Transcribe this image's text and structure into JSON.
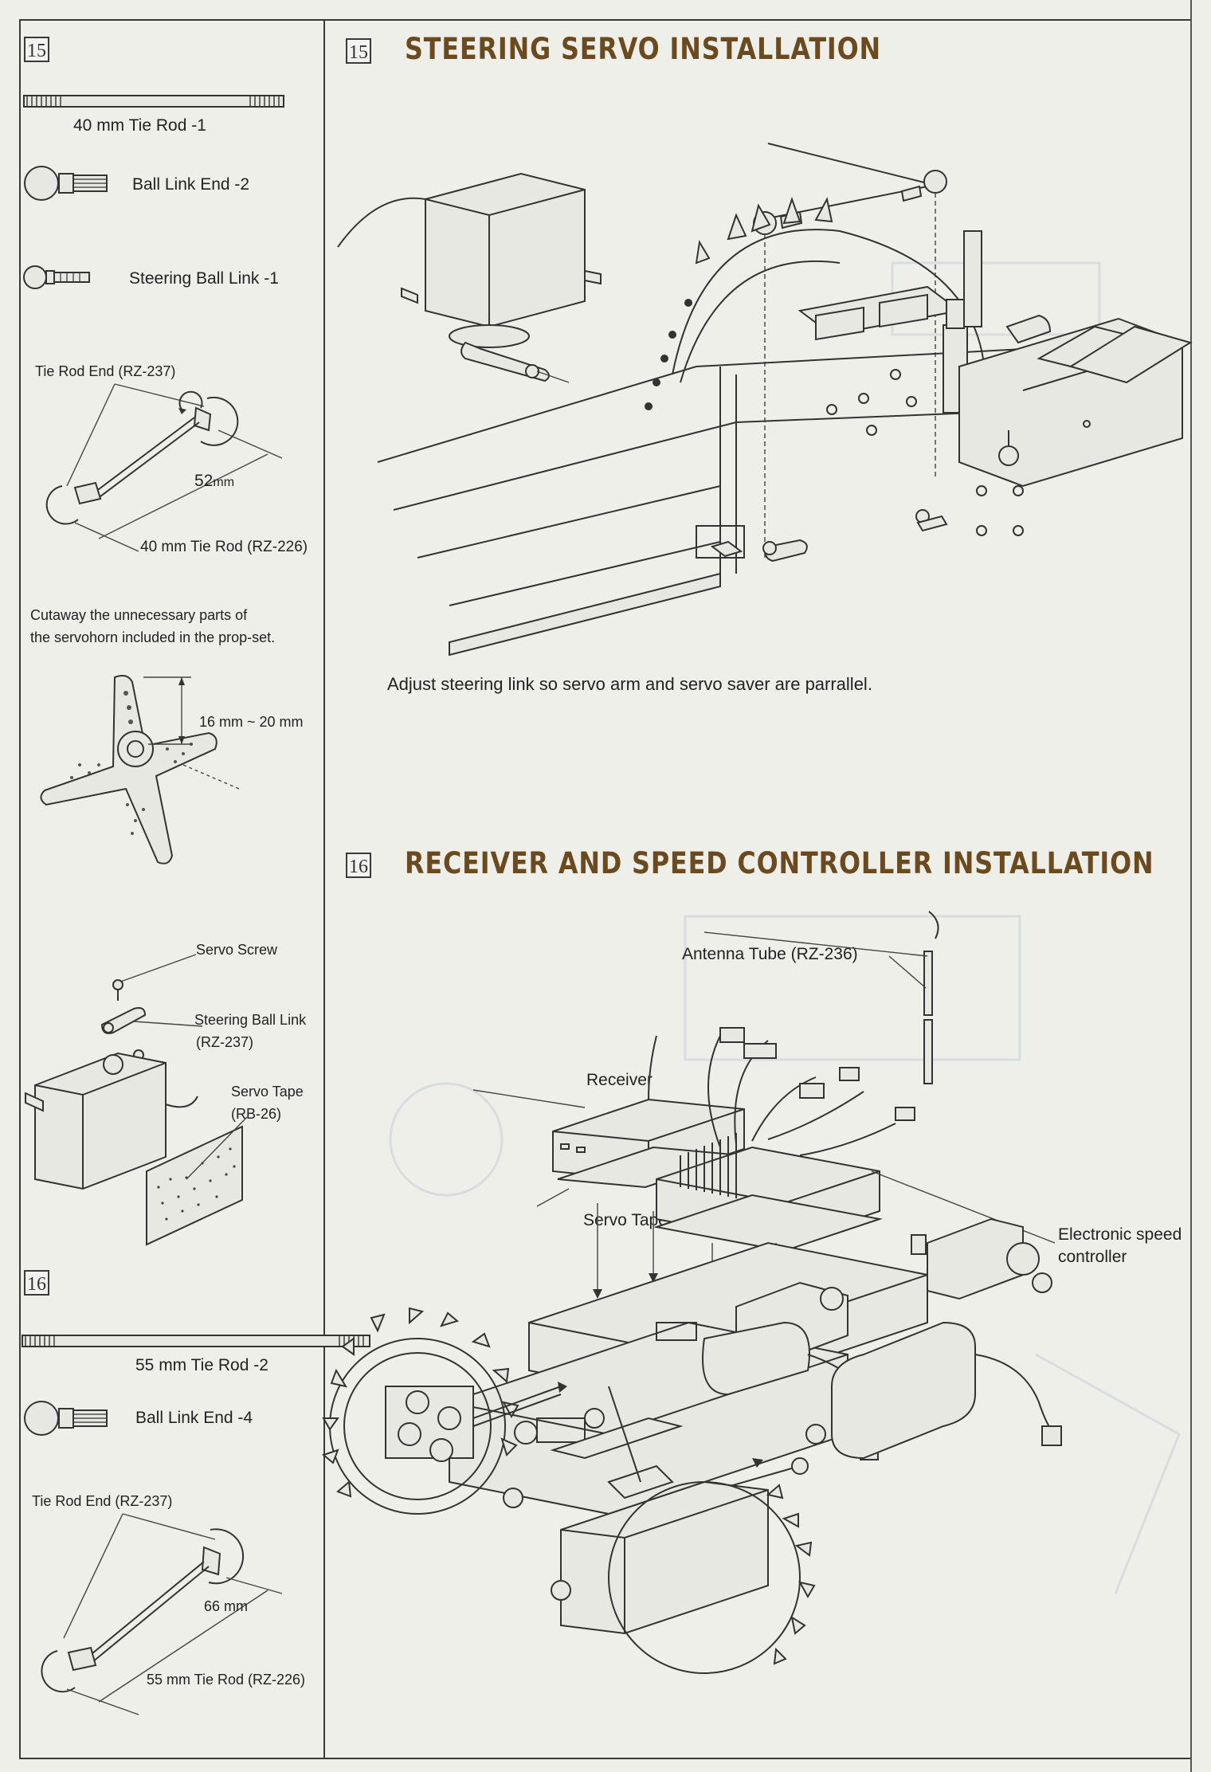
{
  "left_panel": {
    "step15": {
      "number": "15",
      "parts": [
        {
          "label": "40 mm Tie Rod -1",
          "icon": "tie-rod-icon"
        },
        {
          "label": "Ball Link End -2",
          "icon": "ball-link-end-icon"
        },
        {
          "label": "Steering Ball Link -1",
          "icon": "steering-ball-link-icon"
        }
      ],
      "tie_rod_end_label": "Tie Rod End (RZ-237)",
      "length_label": "52",
      "length_unit": "mm",
      "tie_rod_label": "40 mm Tie Rod (RZ-226)",
      "cutaway_note_line1": "Cutaway the unnecessary parts of",
      "cutaway_note_line2": "the servohorn included in the prop-set.",
      "horn_dimension": "16 mm ~ 20 mm",
      "servo_screw": "Servo Screw",
      "steering_ball_link_line1": "Steering Ball Link",
      "steering_ball_link_line2": "(RZ-237)",
      "servo_tape_line1": "Servo Tape",
      "servo_tape_line2": "(RB-26)"
    },
    "step16": {
      "number": "16",
      "parts": [
        {
          "label": "55 mm Tie Rod -2",
          "icon": "tie-rod-icon"
        },
        {
          "label": "Ball Link End -4",
          "icon": "ball-link-end-icon"
        }
      ],
      "tie_rod_end_label": "Tie Rod End (RZ-237)",
      "length_label": "66 mm",
      "tie_rod_label": "55 mm Tie Rod (RZ-226)"
    }
  },
  "main": {
    "section15": {
      "number": "15",
      "title": "STEERING SERVO INSTALLATION",
      "caption": "Adjust steering link so servo arm and servo saver are parrallel."
    },
    "section16": {
      "number": "16",
      "title": "RECEIVER AND SPEED CONTROLLER INSTALLATION",
      "antenna_tube": "Antenna Tube (RZ-236)",
      "receiver": "Receiver",
      "servo_tape": "Servo Tape (RB-26)",
      "esc_line1": "Electronic speed",
      "esc_line2": "controller"
    }
  },
  "colors": {
    "heading": "#6a4a1e",
    "paper": "#efefea",
    "ink": "#333333"
  }
}
